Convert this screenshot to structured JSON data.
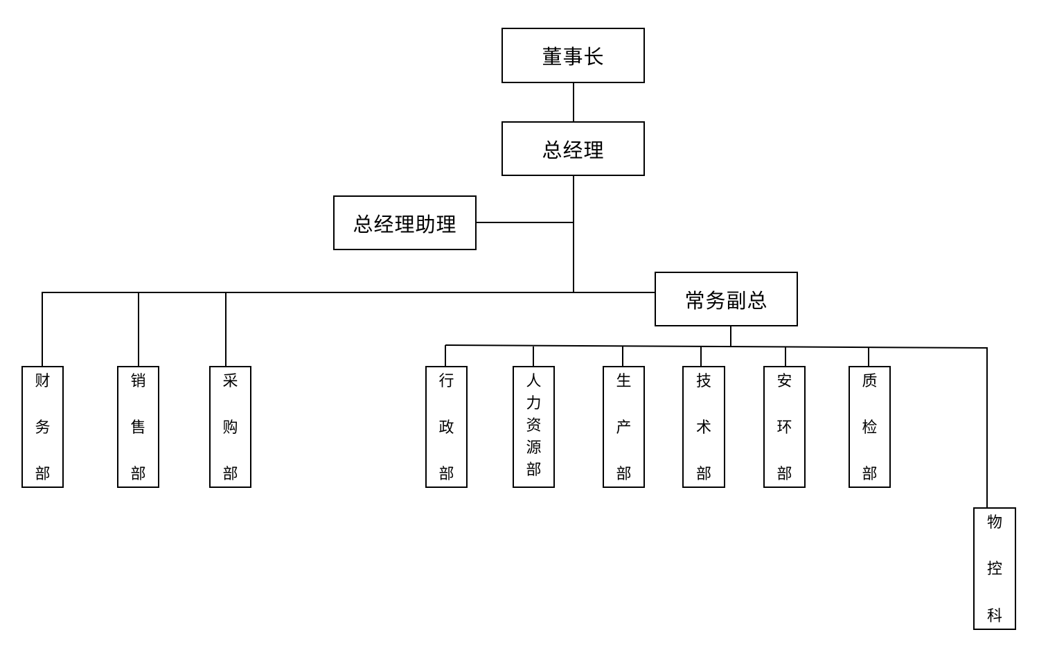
{
  "chart": {
    "nodes": [
      {
        "id": "chairman",
        "label": "董事长"
      },
      {
        "id": "general-manager",
        "label": "总经理"
      },
      {
        "id": "gm-assistant",
        "label": "总经理助理"
      },
      {
        "id": "executive-vp",
        "label": "常务副总"
      },
      {
        "id": "finance",
        "label": "财务部"
      },
      {
        "id": "sales",
        "label": "销售部"
      },
      {
        "id": "purchasing",
        "label": "采购部"
      },
      {
        "id": "administration",
        "label": "行政部"
      },
      {
        "id": "human-resources",
        "label": "人力资源部"
      },
      {
        "id": "production",
        "label": "生产部"
      },
      {
        "id": "technology",
        "label": "技术部"
      },
      {
        "id": "safety-environment",
        "label": "安环部"
      },
      {
        "id": "quality",
        "label": "质检部"
      },
      {
        "id": "material-control",
        "label": "物控科"
      }
    ],
    "edges": [
      [
        "chairman",
        "general-manager"
      ],
      [
        "general-manager",
        "gm-assistant"
      ],
      [
        "general-manager",
        "executive-vp"
      ],
      [
        "general-manager",
        "finance"
      ],
      [
        "general-manager",
        "sales"
      ],
      [
        "general-manager",
        "purchasing"
      ],
      [
        "executive-vp",
        "administration"
      ],
      [
        "executive-vp",
        "human-resources"
      ],
      [
        "executive-vp",
        "production"
      ],
      [
        "executive-vp",
        "technology"
      ],
      [
        "executive-vp",
        "safety-environment"
      ],
      [
        "executive-vp",
        "quality"
      ],
      [
        "executive-vp",
        "material-control"
      ]
    ]
  }
}
